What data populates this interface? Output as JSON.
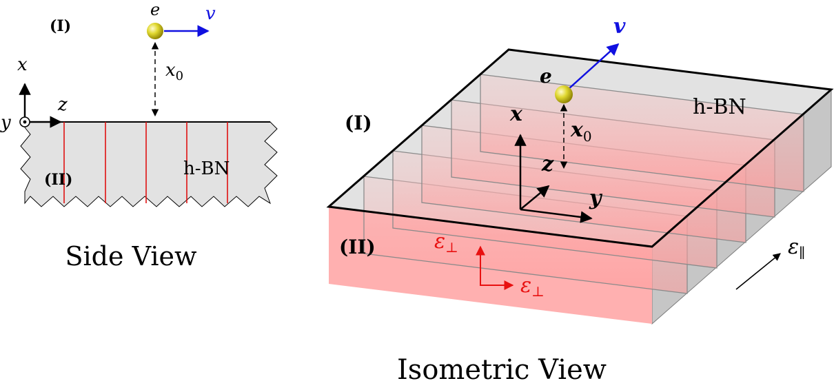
{
  "side_view": {
    "caption": "Side View",
    "region_upper": "(I)",
    "region_lower": "(II)",
    "material": "h-BN",
    "electron": "e",
    "velocity": "v",
    "height": "x",
    "height_sub": "0",
    "axis_x": "x",
    "axis_y": "y",
    "axis_z": "z"
  },
  "isometric_view": {
    "caption": "Isometric View",
    "region_upper": "(I)",
    "region_lower": "(II)",
    "material": "h-BN",
    "electron": "e",
    "velocity": "v",
    "height": "x",
    "height_sub": "0",
    "axis_x": "x",
    "axis_y": "y",
    "axis_z": "z",
    "eps_perp": "ε",
    "eps_perp_sub": "⊥",
    "eps_par": "ε",
    "eps_par_sub": "∥"
  },
  "colors": {
    "electron": "#d8d020",
    "velocity": "#1010e0",
    "layer_lines": "#e01010",
    "eps_perp": "#e81010",
    "slab_top": "#e2e2e2",
    "slab_front": "#ffb0b0",
    "slab_side": "#c6c6c6"
  }
}
